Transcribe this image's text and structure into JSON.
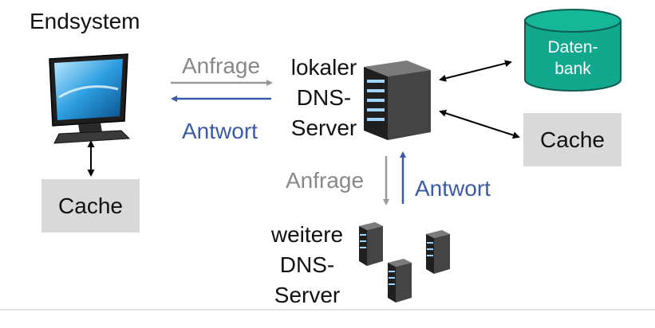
{
  "labels": {
    "endsystem": "Endsystem",
    "anfrage_top": "Anfrage",
    "antwort_top": "Antwort",
    "local_dns_line1": "lokaler",
    "local_dns_line2": "DNS-",
    "local_dns_line3": "Server",
    "anfrage_bottom": "Anfrage",
    "antwort_bottom": "Antwort",
    "more_dns_line1": "weitere",
    "more_dns_line2": "DNS-",
    "more_dns_line3": "Server",
    "db_line1": "Daten-",
    "db_line2": "bank",
    "cache_left": "Cache",
    "cache_right": "Cache"
  },
  "colors": {
    "request_arrow": "#999999",
    "response_arrow": "#3b5ba8",
    "database_fill": "#12a88e",
    "cache_fill": "#d9d9d9"
  },
  "icons": {
    "endsystem": "computer-monitor-icon",
    "local_server": "server-tower-icon",
    "database": "database-cylinder-icon",
    "remote_servers": "server-tower-icon"
  }
}
